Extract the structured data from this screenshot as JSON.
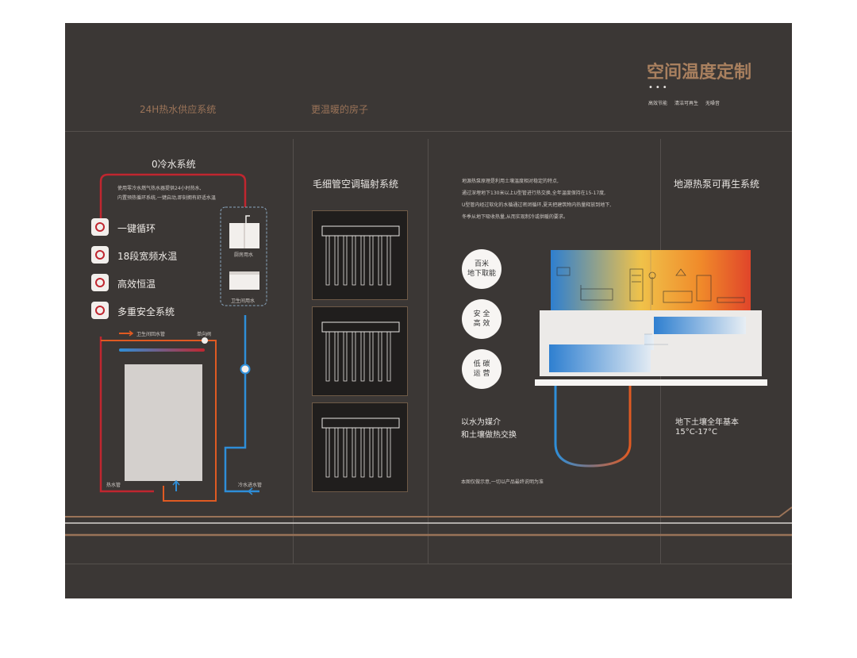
{
  "header": {
    "title": "空间温度定制",
    "tags": [
      "高效节能",
      "清洁可再生",
      "无噪音"
    ],
    "col1_title": "24H热水供应系统",
    "col2_title": "更温暖的房子"
  },
  "section1": {
    "title": "0冷水系统",
    "desc_line1": "使用零冷水燃气热水器提供24小时热水,",
    "desc_line2": "内置预热循环系统,一键启动,即刻拥有舒适水温",
    "features": [
      "一键循环",
      "18段宽频水温",
      "高效恒温",
      "多重安全系统"
    ],
    "kitchen_label": "厨房用水",
    "bath_label": "卫生间用水",
    "return_label": "卫生间回水管",
    "valve_label": "单向阀",
    "hot_pipe": "热水管",
    "cold_pipe": "冷水进水管"
  },
  "section2": {
    "title": "毛细管空调辐射系统"
  },
  "section3": {
    "desc_line1": "地源热泵原理是利用土壤温度相对稳定的特点,",
    "desc_line2": "通过深埋地下130米以上U型管进行热交换,全年温度保持在15-17度,",
    "desc_line3": "U型管内经过软化的水循通过密闭循环,夏天把建筑物内热量释放到地下,",
    "desc_line4": "冬季从地下吸收热量,从而实现制冷或供暖的要求。",
    "circle1": "百米\n地下取能",
    "circle2": "安 全\n高 效",
    "circle3": "低 碳\n运 营",
    "medium_line1": "以水为媒介",
    "medium_line2": "和土壤做热交换",
    "note": "本图仅做示意,一切以产品最终说明为准"
  },
  "section4": {
    "title": "地源热泵可再生系统",
    "line1": "地下土壤全年基本",
    "line2": "15°C-17°C"
  },
  "colors": {
    "background": "#3b3735",
    "accent_tan": "#9a7358",
    "hot_red": "#c0262f",
    "cold_blue": "#2e8ed8",
    "orange": "#e05a22"
  }
}
